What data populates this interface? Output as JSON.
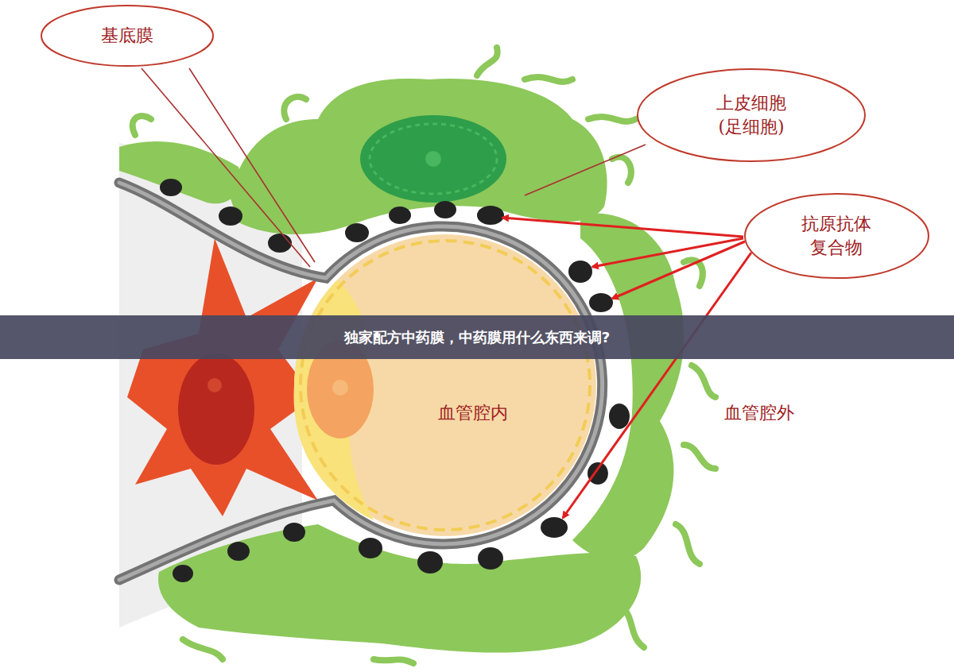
{
  "diagram": {
    "title": "独家配方中药膜，中药膜用什么东西来调?",
    "nodes": [
      {
        "text": [
          "基底膜"
        ]
      },
      {
        "text": [
          "上皮细胞 (足细胞)"
        ]
      },
      {
        "text": [
          "抗原抗体 复合物"
        ]
      }
    ],
    "labels": [
      "血管腔内",
      "血管腔外"
    ]
  }
}
